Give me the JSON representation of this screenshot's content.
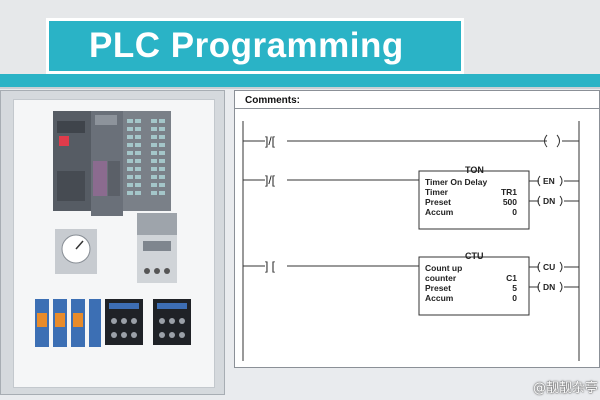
{
  "title": "PLC Programming",
  "panel": {
    "comments_label": "Comments:"
  },
  "ton_block": {
    "name": "TON",
    "line1": "Timer On Delay",
    "rows": [
      {
        "label": "Timer",
        "value": "TR1"
      },
      {
        "label": "Preset",
        "value": "500"
      },
      {
        "label": "Accum",
        "value": "0"
      }
    ],
    "outputs": [
      "EN",
      "DN"
    ]
  },
  "ctu_block": {
    "name": "CTU",
    "line1": "Count up",
    "rows": [
      {
        "label": "counter",
        "value": "C1"
      },
      {
        "label": "Preset",
        "value": "5"
      },
      {
        "label": "Accum",
        "value": "0"
      }
    ],
    "outputs": [
      "CU",
      "DN"
    ]
  },
  "contacts": {
    "rung1": "]/[",
    "rung2": "]/[",
    "rung3": "] ["
  },
  "watermark": "@靓靓杂亭",
  "colors": {
    "teal": "#2ab3c6",
    "cabinet": "#d5d9dd",
    "relay_blue": "#3c6fb4",
    "relay_orange": "#e88b2a"
  }
}
